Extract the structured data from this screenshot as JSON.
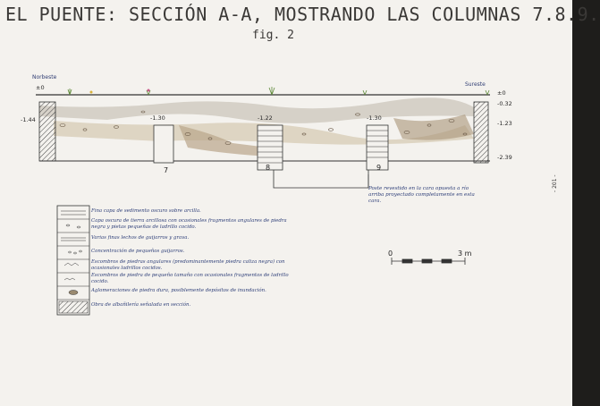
{
  "title": "EL PUENTE: SECCIÓN A-A, MOSTRANDO LAS COLUMNAS 7.8.9.",
  "figure_label": "fig. 2",
  "section": {
    "left_direction": "Norbeste",
    "right_direction": "Sureste",
    "left_levels": [
      "±0",
      "-1.44"
    ],
    "right_levels": [
      "±0",
      "-0.32",
      "-1.23",
      "-2.39"
    ],
    "column_levels": [
      "-1.30",
      "-1.22",
      "-1.30"
    ],
    "column_numbers": [
      "7",
      "8",
      "9"
    ],
    "note": "Poste revestido en la cara opuesta a río arriba proyectado completamente en esta cara."
  },
  "legend": {
    "items": [
      "Fina capa de sedimento oscuro sobre arcilla.",
      "Capa oscura de tierra arcillosa con ocasionales fragmentos angulares de piedra negra y pietas pequeñas de ladrillo cocido.",
      "Varias finas lechos de guijarros y grava.",
      "Concentración de pequeños guijarros.",
      "Escombros de piedras angulares (predominantemente piedra caliza negra) con ocasionales ladrillos cocidos.",
      "Escombros de piedra de pequeño tamaño con ocasionales fragmentos de ladrillo cocido.",
      "Aglomeraciones de piedra dura, posiblemente depósitos de inundación.",
      "Obra de albañilería señalada en sección."
    ]
  },
  "scale": {
    "start": "0",
    "end": "3 m"
  },
  "page_number": "- 201 -"
}
